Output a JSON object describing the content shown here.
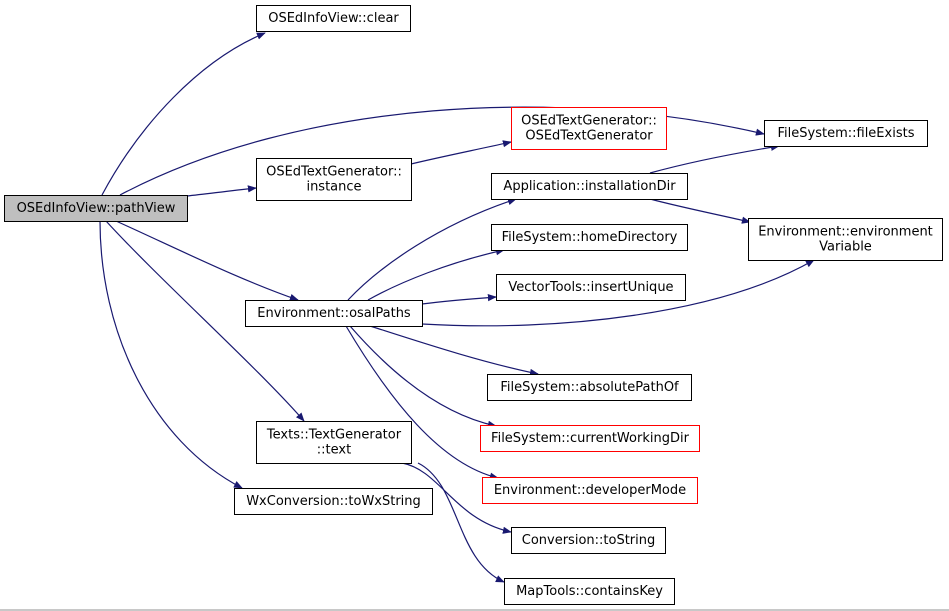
{
  "colors": {
    "edge": "#191970",
    "box_normal": "#000000",
    "box_truncated": "#ff0000",
    "root_fill": "#bfbfbf",
    "node_fill": "#ffffff"
  },
  "nodes": [
    {
      "id": "pathView",
      "lines": [
        "OSEdInfoView::pathView"
      ],
      "style": "root"
    },
    {
      "id": "clear",
      "lines": [
        "OSEdInfoView::clear"
      ],
      "style": "normal"
    },
    {
      "id": "tg_ctor",
      "lines": [
        "OSEdTextGenerator::",
        "OSEdTextGenerator"
      ],
      "style": "truncated"
    },
    {
      "id": "fileExists",
      "lines": [
        "FileSystem::fileExists"
      ],
      "style": "normal"
    },
    {
      "id": "instance",
      "lines": [
        "OSEdTextGenerator::",
        "instance"
      ],
      "style": "normal"
    },
    {
      "id": "installationDir",
      "lines": [
        "Application::installationDir"
      ],
      "style": "normal"
    },
    {
      "id": "envVar",
      "lines": [
        "Environment::environment",
        "Variable"
      ],
      "style": "normal"
    },
    {
      "id": "homeDir",
      "lines": [
        "FileSystem::homeDirectory"
      ],
      "style": "normal"
    },
    {
      "id": "insertUnique",
      "lines": [
        "VectorTools::insertUnique"
      ],
      "style": "normal"
    },
    {
      "id": "osalPaths",
      "lines": [
        "Environment::osalPaths"
      ],
      "style": "normal"
    },
    {
      "id": "absolutePathOf",
      "lines": [
        "FileSystem::absolutePathOf"
      ],
      "style": "normal"
    },
    {
      "id": "cwd",
      "lines": [
        "FileSystem::currentWorkingDir"
      ],
      "style": "truncated"
    },
    {
      "id": "text",
      "lines": [
        "Texts::TextGenerator",
        "::text"
      ],
      "style": "normal"
    },
    {
      "id": "devMode",
      "lines": [
        "Environment::developerMode"
      ],
      "style": "truncated"
    },
    {
      "id": "toWxString",
      "lines": [
        "WxConversion::toWxString"
      ],
      "style": "normal"
    },
    {
      "id": "toString",
      "lines": [
        "Conversion::toString"
      ],
      "style": "normal"
    },
    {
      "id": "containsKey",
      "lines": [
        "MapTools::containsKey"
      ],
      "style": "normal"
    }
  ],
  "edges": [
    {
      "from": "pathView",
      "to": "clear"
    },
    {
      "from": "pathView",
      "to": "fileExists"
    },
    {
      "from": "pathView",
      "to": "instance"
    },
    {
      "from": "pathView",
      "to": "osalPaths"
    },
    {
      "from": "pathView",
      "to": "text"
    },
    {
      "from": "pathView",
      "to": "toWxString"
    },
    {
      "from": "instance",
      "to": "tg_ctor"
    },
    {
      "from": "installationDir",
      "to": "fileExists"
    },
    {
      "from": "installationDir",
      "to": "envVar"
    },
    {
      "from": "osalPaths",
      "to": "installationDir"
    },
    {
      "from": "osalPaths",
      "to": "homeDir"
    },
    {
      "from": "osalPaths",
      "to": "insertUnique"
    },
    {
      "from": "osalPaths",
      "to": "envVar"
    },
    {
      "from": "osalPaths",
      "to": "absolutePathOf"
    },
    {
      "from": "osalPaths",
      "to": "cwd"
    },
    {
      "from": "osalPaths",
      "to": "devMode"
    },
    {
      "from": "text",
      "to": "toString"
    },
    {
      "from": "text",
      "to": "containsKey"
    }
  ]
}
